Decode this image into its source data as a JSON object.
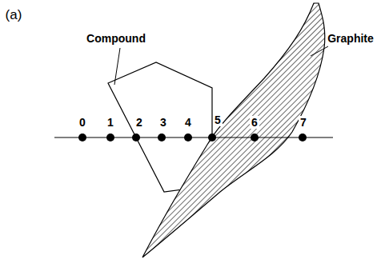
{
  "diagram": {
    "labels": [
      "(a)",
      "Compound",
      "Graphite",
      "0",
      "1",
      "2",
      "3",
      "4",
      "5",
      "6",
      "7"
    ]
  }
}
